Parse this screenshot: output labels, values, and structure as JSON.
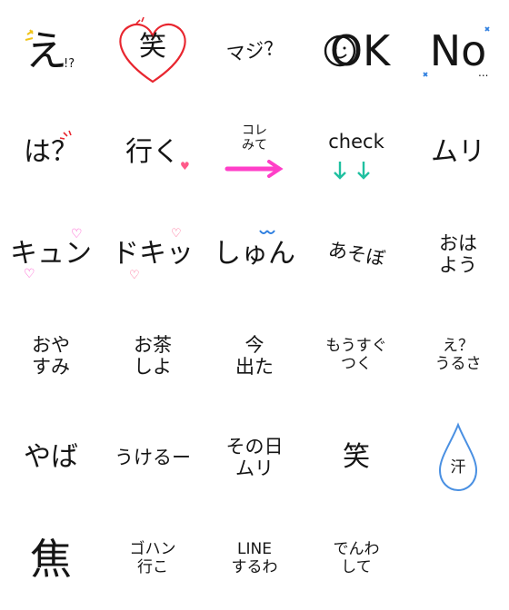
{
  "stickers": [
    {
      "id": "e",
      "text": "え",
      "sub": "!?"
    },
    {
      "id": "warai-heart",
      "text": "笑"
    },
    {
      "id": "maji",
      "text": "マジ？"
    },
    {
      "id": "ok",
      "text": "OK"
    },
    {
      "id": "no",
      "text": "No",
      "sub": "..."
    },
    {
      "id": "ha",
      "text": "は？"
    },
    {
      "id": "iku",
      "text": "行く"
    },
    {
      "id": "kore-mite",
      "text": "コレ\nみて"
    },
    {
      "id": "check",
      "text": "check"
    },
    {
      "id": "muri",
      "text": "ムリ"
    },
    {
      "id": "kyun",
      "text": "キュン"
    },
    {
      "id": "dokitsu",
      "text": "ドキッ"
    },
    {
      "id": "shun",
      "text": "しゅん"
    },
    {
      "id": "asobo",
      "text": "あそぼ"
    },
    {
      "id": "ohayou",
      "text": "おは\nよう"
    },
    {
      "id": "oyasumi",
      "text": "おや\nすみ"
    },
    {
      "id": "ocha-shiyo",
      "text": "お茶\nしよ"
    },
    {
      "id": "ima-deta",
      "text": "今\n出た"
    },
    {
      "id": "mousugu-tsuku",
      "text": "もうすぐ\nつく"
    },
    {
      "id": "e-urusa",
      "text": "え？\nうるさ"
    },
    {
      "id": "yaba",
      "text": "やば"
    },
    {
      "id": "ukeru",
      "text": "うけるー"
    },
    {
      "id": "sonohi-muri",
      "text": "その日\nムリ"
    },
    {
      "id": "warai",
      "text": "笑"
    },
    {
      "id": "ase",
      "text": "汗"
    },
    {
      "id": "aseru",
      "text": "焦"
    },
    {
      "id": "gohan-iko",
      "text": "ゴハン\n行こ"
    },
    {
      "id": "line-suruwa",
      "text": "LINE\nするわ"
    },
    {
      "id": "denwa-shite",
      "text": "でんわ\nして"
    }
  ],
  "colors": {
    "ink": "#151515",
    "heart_red": "#e8262f",
    "pink": "#ff3fc8",
    "sky": "#2f7fe0",
    "green": "#1fc0a0",
    "drop_blue": "#4a90e2"
  }
}
